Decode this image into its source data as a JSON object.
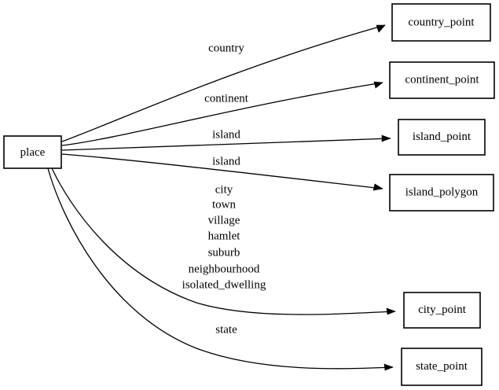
{
  "graph": {
    "type": "directed-graph",
    "background_color": "#ffffff",
    "line_color": "#000000",
    "source_node": {
      "id": "place",
      "label": "place"
    },
    "target_nodes": [
      {
        "id": "country_point",
        "label": "country_point"
      },
      {
        "id": "continent_point",
        "label": "continent_point"
      },
      {
        "id": "island_point",
        "label": "island_point"
      },
      {
        "id": "island_polygon",
        "label": "island_polygon"
      },
      {
        "id": "city_point",
        "label": "city_point"
      },
      {
        "id": "state_point",
        "label": "state_point"
      }
    ],
    "edges": [
      {
        "from": "place",
        "to": "country_point",
        "label": "country"
      },
      {
        "from": "place",
        "to": "continent_point",
        "label": "continent"
      },
      {
        "from": "place",
        "to": "island_point",
        "label": "island"
      },
      {
        "from": "place",
        "to": "island_polygon",
        "label": "island"
      },
      {
        "from": "place",
        "to": "city_point",
        "label": "city\ntown\nvillage\nhamlet\nsuburb\nneighbourhood\nisolated_dwelling"
      },
      {
        "from": "place",
        "to": "state_point",
        "label": "state"
      }
    ],
    "edge_label_lines": {
      "country": [
        "country"
      ],
      "continent": [
        "continent"
      ],
      "island_1": [
        "island"
      ],
      "island_2": [
        "island"
      ],
      "city": [
        "city",
        "town",
        "village",
        "hamlet",
        "suburb",
        "neighbourhood",
        "isolated_dwelling"
      ],
      "state": [
        "state"
      ]
    }
  }
}
